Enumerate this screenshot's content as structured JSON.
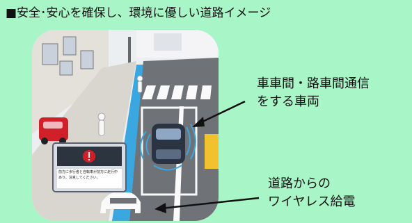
{
  "title": "■安全･安心を確保し、環境に優しい道路イメージ",
  "callouts": {
    "vehicle_line1": "車車間・路車間通信",
    "vehicle_line2": "をする車両",
    "power_line1": "道路からの",
    "power_line2": "ワイヤレス給電"
  },
  "screen_text": "前方に歩行者と自転車が前方に走行中あり。注意してください。",
  "colors": {
    "background": "#a8f5c8",
    "road": "#6f7378",
    "bike_lane": "#3aa7e0",
    "signal_waves": "#3aa7e0",
    "car_red": "#d0202a",
    "warning_icon": "#d0202a"
  }
}
